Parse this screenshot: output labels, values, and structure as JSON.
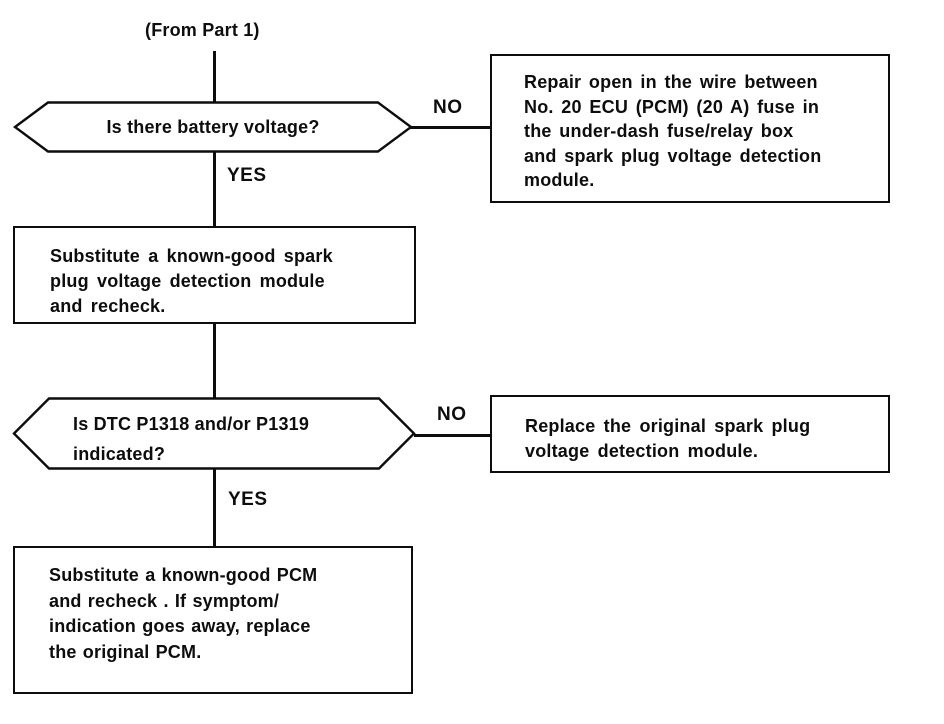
{
  "colors": {
    "ink": "#0d0d0d",
    "paper": "#ffffff"
  },
  "flowchart": {
    "entry_label": "(From Part 1)",
    "decision1": {
      "question": "Is there battery voltage?",
      "no_label": "NO",
      "yes_label": "YES"
    },
    "action_repair_wire": "Repair open in the wire between\nNo. 20 ECU (PCM) (20 A) fuse in\nthe under-dash fuse/relay box\nand spark plug voltage detection\nmodule.",
    "action_substitute_module": "Substitute a known-good spark\nplug voltage detection module\nand recheck.",
    "decision2": {
      "question": "Is DTC P1318 and/or P1319\nindicated?",
      "no_label": "NO",
      "yes_label": "YES"
    },
    "action_replace_module": "Replace the original spark plug\nvoltage detection module.",
    "action_substitute_pcm": "Substitute a known-good PCM\nand recheck . If symptom/\nindication goes away, replace\nthe original PCM."
  }
}
